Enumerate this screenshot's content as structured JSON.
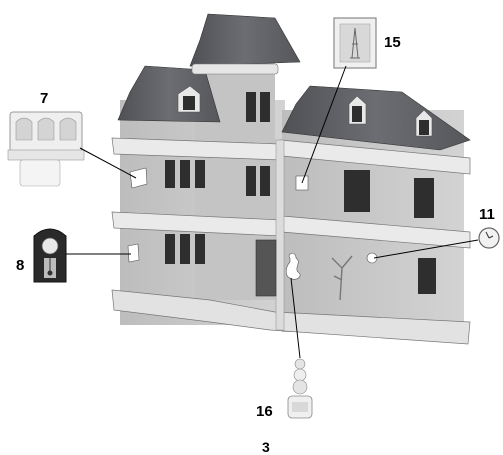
{
  "callouts": {
    "picture_frame": "15",
    "wall_shelf": "7",
    "wall_clock": "8",
    "round_clock": "11",
    "sticker_tower": "16"
  },
  "page_number": "3",
  "colors": {
    "roof": "#5f6166",
    "wall": "#c9c9c9",
    "wall_shade": "#b4b4b4",
    "floor": "#e4e4e4",
    "trim": "#f2f2f2",
    "window": "#2e2e2e",
    "line": "#000000"
  }
}
